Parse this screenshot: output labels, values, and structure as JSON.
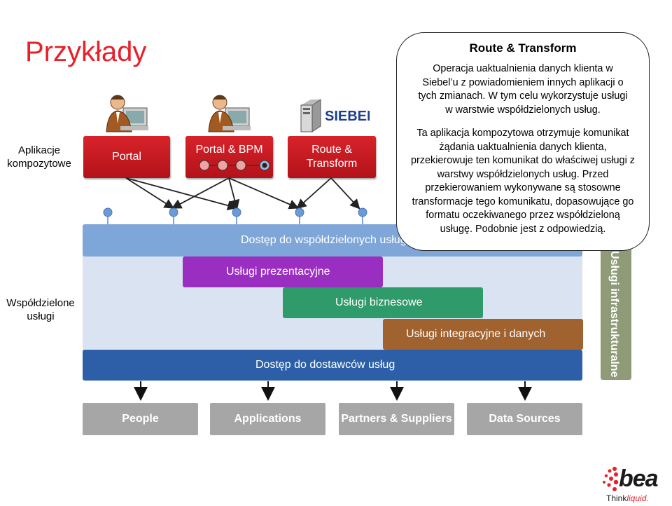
{
  "title": "Przykłady",
  "row_labels": {
    "composite": "Aplikacje kompozytowe",
    "shared": "Współdzielone usługi"
  },
  "apps": {
    "portal": "Portal",
    "portal_bpm": "Portal & BPM",
    "route_transform": "Route & Transform",
    "siebel_logo": "SIEBEL"
  },
  "layers": {
    "access_shared": "Dostęp do współdzielonych usług",
    "presentation": "Usługi prezentacyjne",
    "business": "Usługi biznesowe",
    "integration": "Usługi integracyjne i danych",
    "provider_access": "Dostęp do dostawców usług",
    "infrastructure": "Usługi infrastrukturalne"
  },
  "consumers": [
    "People",
    "Applications",
    "Partners & Suppliers",
    "Data Sources"
  ],
  "callout": {
    "title": "Route & Transform",
    "para1": "Operacja uaktualnienia danych klienta w Siebel’u z powiadomieniem innych aplikacji o tych zmianach. W tym celu wykorzystuje usługi w warstwie współdzielonych usług.",
    "para2": "Ta aplikacja kompozytowa otrzymuje komunikat żądania uaktualnienia danych klienta, przekierowuje ten komunikat do właściwej usługi z warstwy współdzielonych usług. Przed przekierowaniem wykonywane są stosowne transformacje tego komunikatu, dopasowujące go formatu oczekiwanego przez współdzieloną usługę. Podobnie jest z odpowiedzią."
  },
  "logo": {
    "brand": "bea",
    "tagline_think": "Think",
    "tagline_liquid": "liquid."
  },
  "colors": {
    "title_red": "#e8202a",
    "app_red": "#c8191f",
    "access_blue": "#7ea6d8",
    "shared_bg": "#d9e3f1",
    "presentation": "#9a2ec1",
    "business": "#2f9a6a",
    "integration": "#a0622e",
    "provider_access": "#2c5fa8",
    "infrastructure": "#8f9a77",
    "consumer_gray": "#a6a6a6"
  }
}
